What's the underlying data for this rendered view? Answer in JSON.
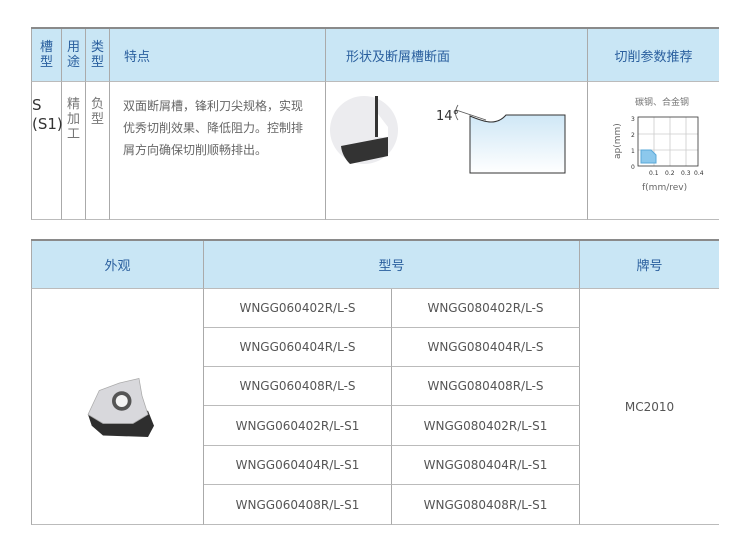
{
  "table1": {
    "headers": {
      "groove": "槽型",
      "use": "用途",
      "type": "类型",
      "features": "特点",
      "shape": "形状及断屑槽断面",
      "params": "切削参数推荐"
    },
    "row": {
      "groove": "S",
      "groove_alt": "(S1)",
      "use": "精加工",
      "type": "负型",
      "features": "双面断屑槽，锋利刀尖规格，实现优秀切削效果、降低阻力。控制排屑方向确保切削顺畅排出。",
      "angle": "14°",
      "chart": {
        "title": "碳钢、合金钢",
        "ylabel": "ap(mm)",
        "xlabel": "f(mm/rev)",
        "yticks": [
          "0",
          "1",
          "2",
          "3"
        ],
        "xticks": [
          "0.1",
          "0.2",
          "0.3",
          "0.4"
        ]
      }
    }
  },
  "chart_data": {
    "type": "area",
    "title": "碳钢、合金钢",
    "xlabel": "f(mm/rev)",
    "ylabel": "ap(mm)",
    "xlim": [
      0,
      0.4
    ],
    "ylim": [
      0,
      3
    ],
    "region": {
      "f": [
        0.02,
        0.12
      ],
      "ap": [
        0.2,
        1.0
      ]
    }
  },
  "table2": {
    "headers": {
      "appearance": "外观",
      "model": "型号",
      "grade": "牌号"
    },
    "models": [
      [
        "WNGG060402R/L-S",
        "WNGG080402R/L-S"
      ],
      [
        "WNGG060404R/L-S",
        "WNGG080404R/L-S"
      ],
      [
        "WNGG060408R/L-S",
        "WNGG080408R/L-S"
      ],
      [
        "WNGG060402R/L-S1",
        "WNGG080402R/L-S1"
      ],
      [
        "WNGG060404R/L-S1",
        "WNGG080404R/L-S1"
      ],
      [
        "WNGG060408R/L-S1",
        "WNGG080408R/L-S1"
      ]
    ],
    "grade": "MC2010"
  }
}
